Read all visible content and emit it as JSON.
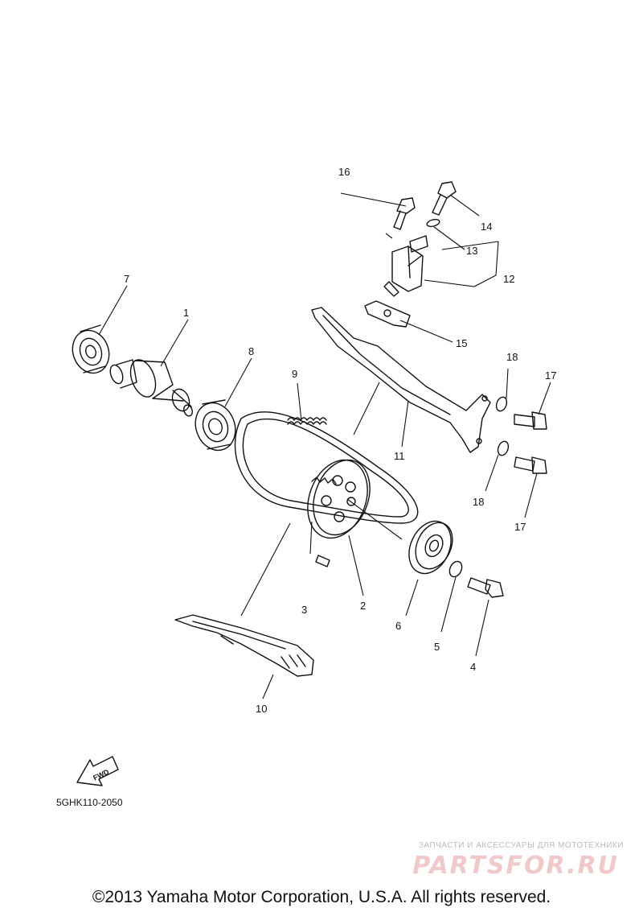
{
  "callouts": [
    {
      "id": "c1",
      "label": "1"
    },
    {
      "id": "c2",
      "label": "2"
    },
    {
      "id": "c3",
      "label": "3"
    },
    {
      "id": "c4",
      "label": "4"
    },
    {
      "id": "c5",
      "label": "5"
    },
    {
      "id": "c6",
      "label": "6"
    },
    {
      "id": "c7",
      "label": "7"
    },
    {
      "id": "c8",
      "label": "8"
    },
    {
      "id": "c9",
      "label": "9"
    },
    {
      "id": "c10",
      "label": "10"
    },
    {
      "id": "c11",
      "label": "11"
    },
    {
      "id": "c12",
      "label": "12"
    },
    {
      "id": "c13",
      "label": "13"
    },
    {
      "id": "c14",
      "label": "14"
    },
    {
      "id": "c15",
      "label": "15"
    },
    {
      "id": "c16",
      "label": "16"
    },
    {
      "id": "c17a",
      "label": "17"
    },
    {
      "id": "c17b",
      "label": "17"
    },
    {
      "id": "c18a",
      "label": "18"
    },
    {
      "id": "c18b",
      "label": "18"
    }
  ],
  "fwd_label": "FWD",
  "figure_code": "5GHK110-2050",
  "copyright": "©2013 Yamaha Motor Corporation, U.S.A. All rights reserved.",
  "watermark": {
    "tagline": "ЗАПЧАСТИ И АКСЕССУАРЫ ДЛЯ МОТОТЕХНИКИ",
    "logo": "PARTSFOR.RU"
  }
}
